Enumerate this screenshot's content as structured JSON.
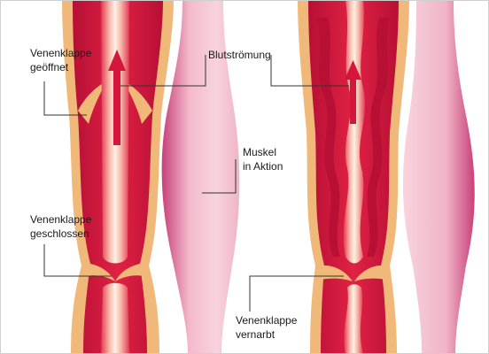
{
  "labels": {
    "valve_open": {
      "line1": "Venenklappe",
      "line2": "geöffnet"
    },
    "blood_flow": "Blutströmung",
    "muscle": {
      "line1": "Muskel",
      "line2": "in Aktion"
    },
    "valve_closed": {
      "line1": "Venenklappe",
      "line2": "geschlossen"
    },
    "valve_scarred": {
      "line1": "Venenklappe",
      "line2": "vernarbt"
    }
  },
  "colors": {
    "vessel_wall": "#f0b97a",
    "blood": "#d8173f",
    "blood_dark": "#b80f35",
    "lumen_light": "#fde6d4",
    "muscle": "#f0b4c6",
    "muscle_edge": "#c8407a",
    "leader_line": "#333333"
  }
}
